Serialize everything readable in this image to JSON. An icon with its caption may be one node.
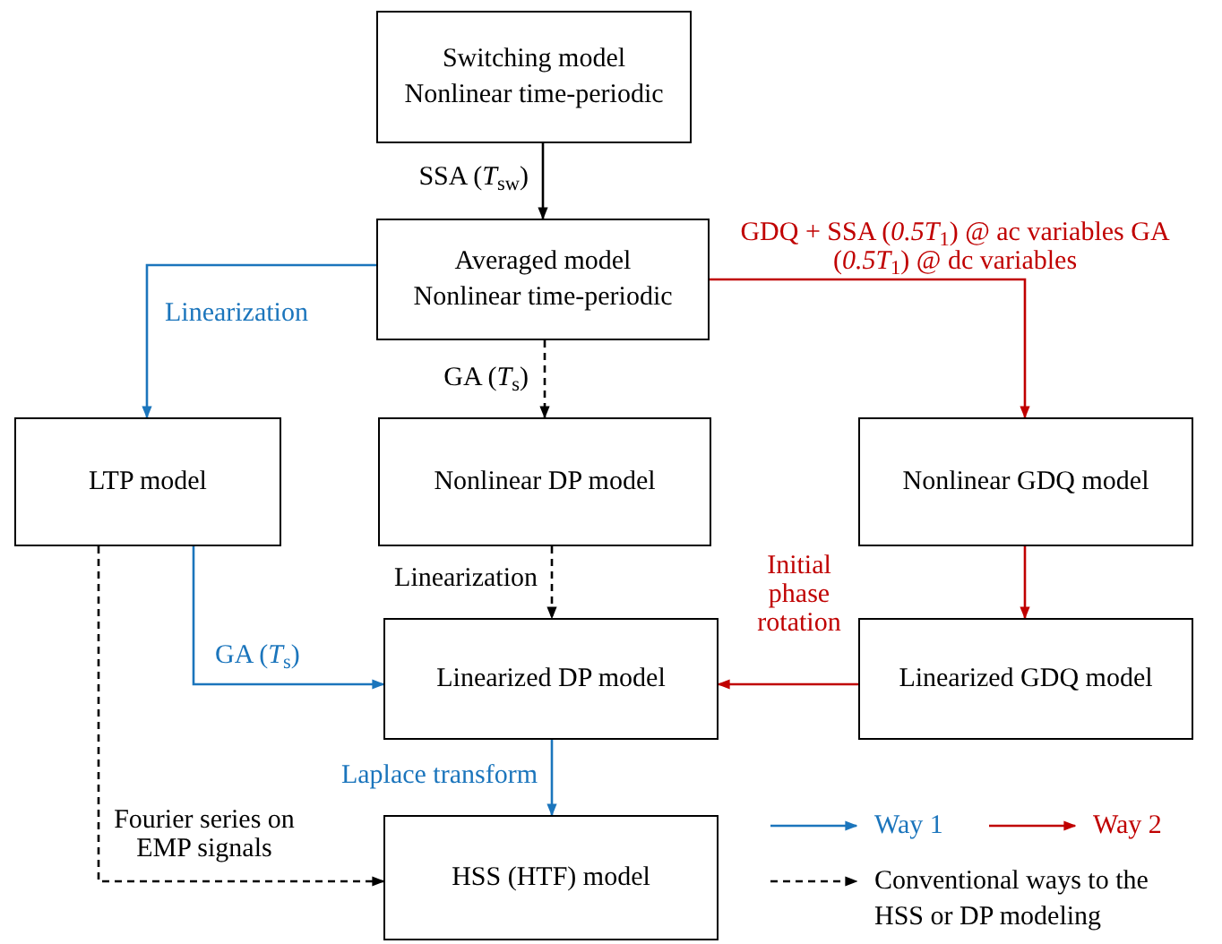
{
  "diagram": {
    "nodes": [
      {
        "text": [
          "Switching model",
          "Nonlinear time-periodic"
        ]
      },
      {
        "text": [
          "Averaged model",
          "Nonlinear time-periodic"
        ]
      },
      {
        "text": [
          "LTP model"
        ]
      },
      {
        "text": [
          "Nonlinear DP model"
        ]
      },
      {
        "text": [
          "Nonlinear GDQ model"
        ]
      },
      {
        "text": [
          "Linearized DP model"
        ]
      },
      {
        "text": [
          "Linearized GDQ model"
        ]
      },
      {
        "text": [
          "HSS (HTF) model"
        ]
      }
    ],
    "edges": [
      {
        "from": 0,
        "to": 1,
        "arrow": "to",
        "label": "SSA (*T*$_{sw}$)"
      },
      {
        "from": 1,
        "to": 2,
        "arrow": "to",
        "label": "Linearization",
        "color": "#1b75bc"
      },
      {
        "from": 1,
        "to": 3,
        "arrow": "to",
        "label": "GA (*T*$_{s}$)",
        "style": "dashed"
      },
      {
        "from": 1,
        "to": 4,
        "arrow": "to",
        "label": "GDQ + SSA (*0.5T*$_{1}$) @ ac variables GA (*0.5T*$_{1}$) @ dc variables",
        "color": "#c00000"
      },
      {
        "from": 3,
        "to": 5,
        "arrow": "to",
        "label": "Linearization",
        "style": "dashed"
      },
      {
        "from": 2,
        "to": 5,
        "arrow": "to",
        "label": "GA (*T*$_{s}$)",
        "color": "#1b75bc"
      },
      {
        "from": 4,
        "to": 6,
        "arrow": "to",
        "color": "#c00000"
      },
      {
        "from": 6,
        "to": 5,
        "arrow": "to",
        "label": "Initial phase rotation",
        "color": "#c00000"
      },
      {
        "from": 5,
        "to": 7,
        "arrow": "to",
        "label": "Laplace transform",
        "color": "#1b75bc"
      },
      {
        "from": 2,
        "to": 7,
        "arrow": "to",
        "label": "Fourier series on EMP signals",
        "style": "dashed"
      }
    ],
    "legend": [
      {
        "text": "Way 1"
      },
      {
        "text": "Way 2"
      },
      {
        "text": "Conventional ways to the HSS or DP modeling"
      }
    ]
  }
}
